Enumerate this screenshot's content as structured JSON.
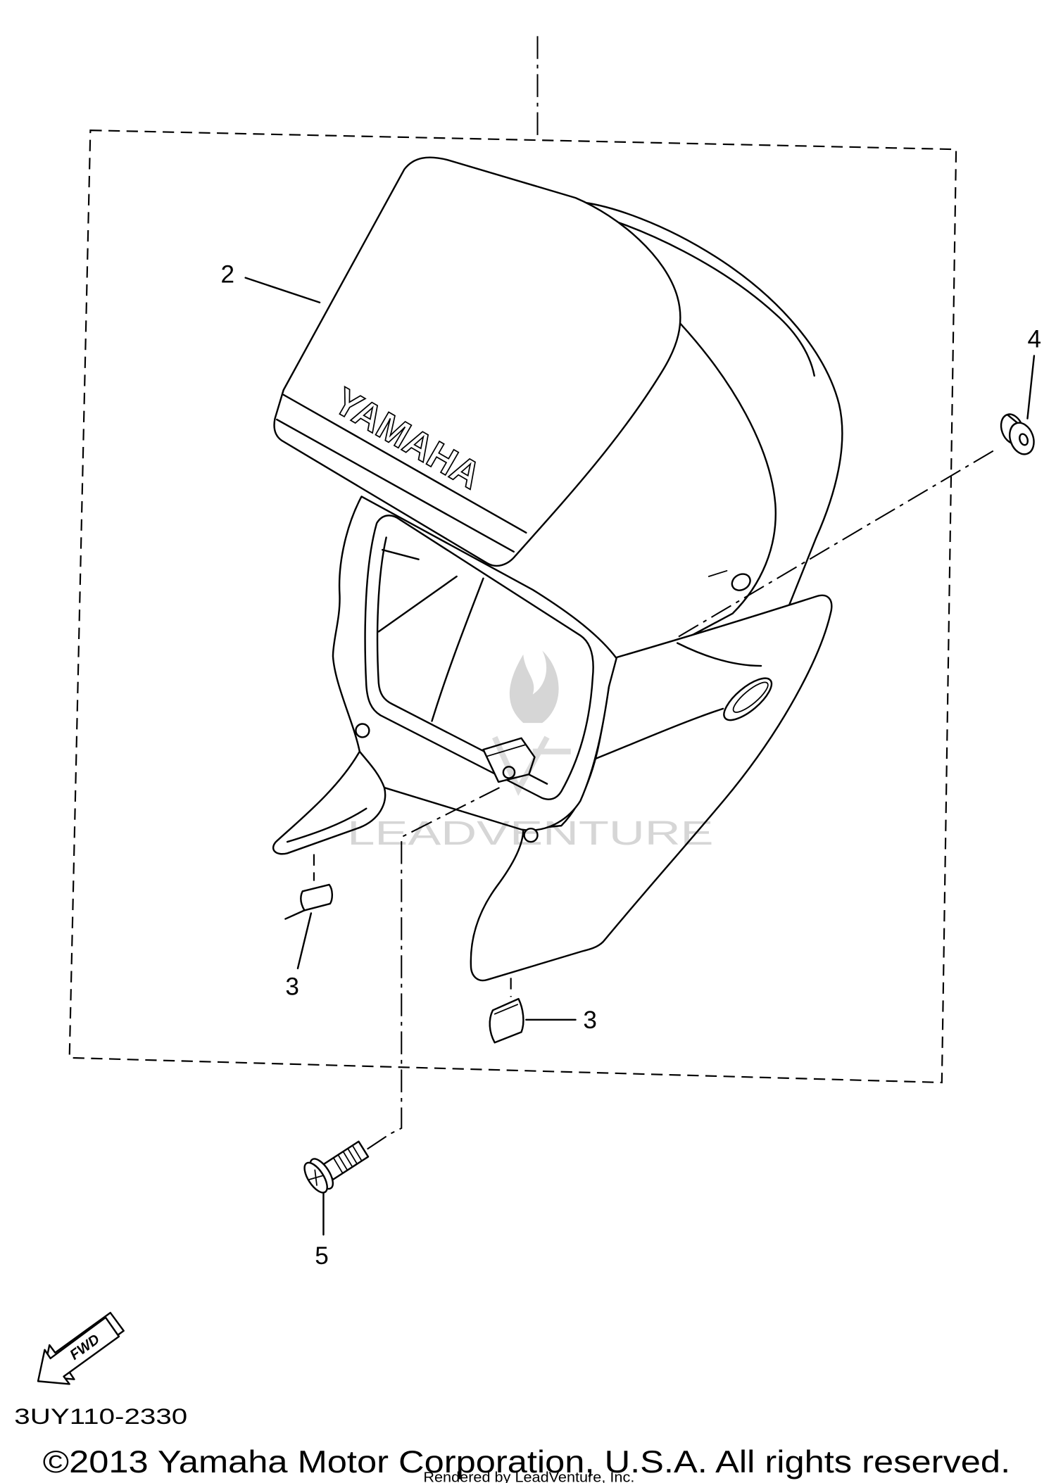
{
  "diagram": {
    "callouts": {
      "windscreen": "2",
      "clip_left": "3",
      "clip_right": "3",
      "grommet": "4",
      "screw": "5"
    },
    "screen_logo": "YAMAHA",
    "fwd_label": "FWD",
    "fwd_icon": "fwd-arrow-icon",
    "part_code": "3UY110-2330"
  },
  "footer": {
    "copyright": "©2013 Yamaha Motor Corporation, U.S.A. All rights reserved.",
    "rendered_by": "Rendered by LeadVenture, Inc."
  },
  "watermark": {
    "text": "LEADVENTURE",
    "icon": "leadventure-flame-icon"
  },
  "colors": {
    "ink": "#000000",
    "paper": "#ffffff",
    "watermark": "#d6d6d6"
  }
}
